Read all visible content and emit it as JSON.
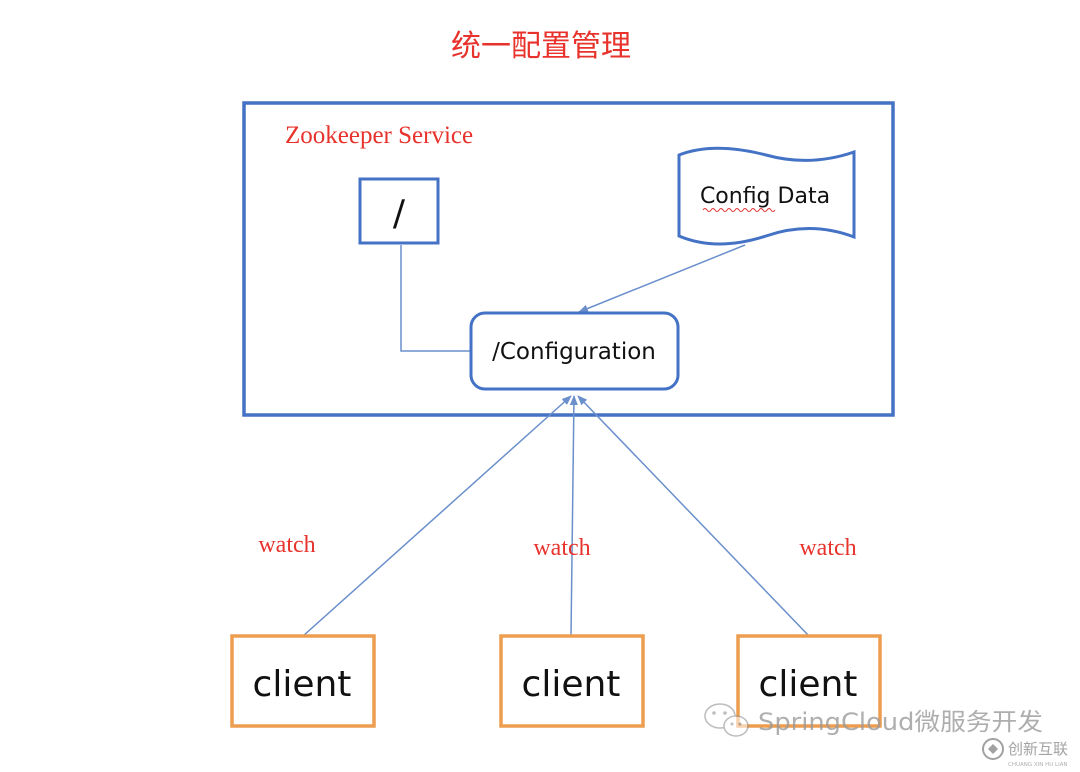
{
  "title": "统一配置管理",
  "zookeeper": {
    "label": "Zookeeper Service",
    "root_node": "/",
    "config_node": "/Configuration",
    "data_store": "Config Data"
  },
  "clients": [
    {
      "label": "client",
      "edge_label": "watch"
    },
    {
      "label": "client",
      "edge_label": "watch"
    },
    {
      "label": "client",
      "edge_label": "watch"
    }
  ],
  "watermark": {
    "text": "SpringCloud微服务开发",
    "brand": "创新互联",
    "brand_sub": "CHUANG XIN HU LIAN"
  },
  "colors": {
    "title_red": "#e8322c",
    "node_blue": "#4472c4",
    "edge_blue": "#6a8fcb",
    "client_orange": "#ed9d4f"
  }
}
